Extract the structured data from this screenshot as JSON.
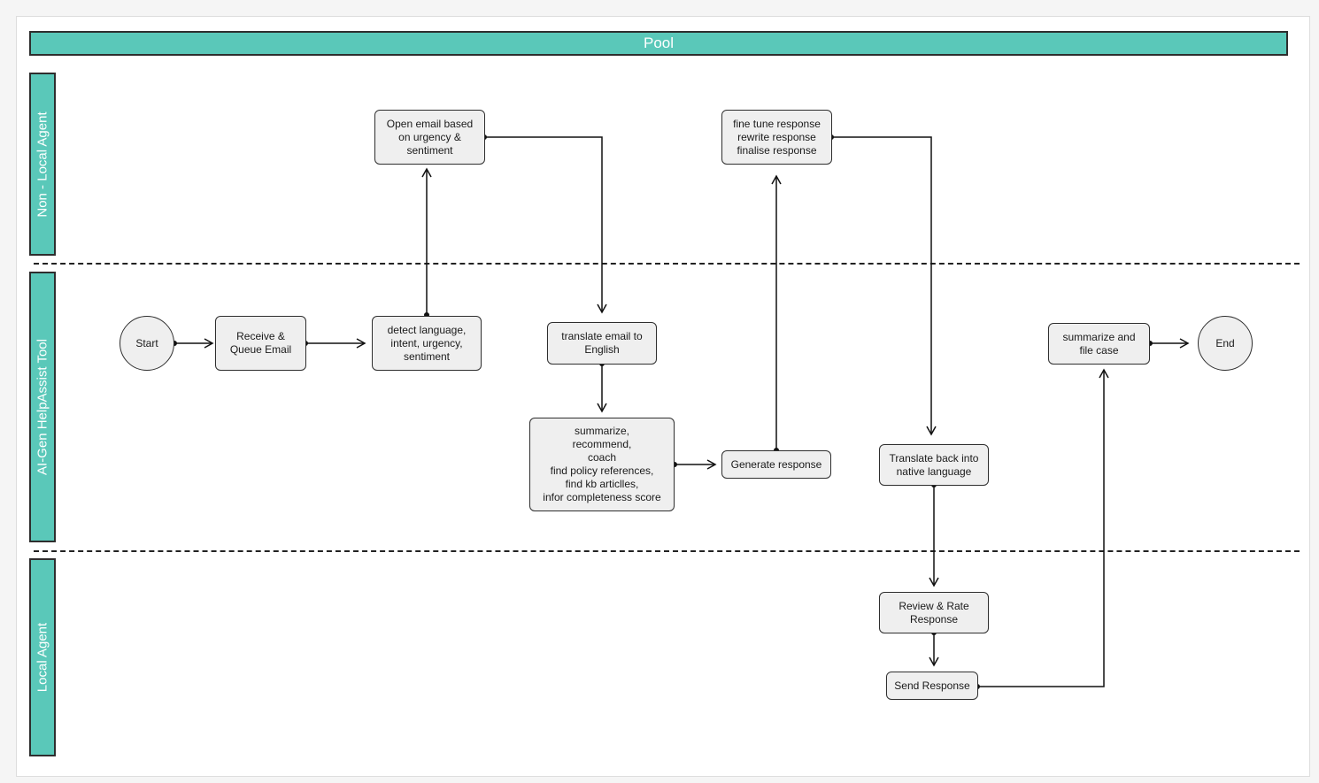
{
  "pool": {
    "title": "Pool"
  },
  "lanes": [
    {
      "label": "Non - Local Agent"
    },
    {
      "label": "AI-Gen HelpAssist Tool"
    },
    {
      "label": "Local Agent"
    }
  ],
  "nodes": {
    "start": "Start",
    "receive": "Receive &\nQueue Email",
    "detect": "detect language,\nintent, urgency,\nsentiment",
    "open": "Open email based\non urgency &\nsentiment",
    "translate_en": "translate email to\nEnglish",
    "summarize": "summarize,\nrecommend,\ncoach\nfind policy references,\nfind kb articlles,\ninfor completeness score",
    "generate": "Generate response",
    "fine_tune": "fine tune response\nrewrite response\nfinalise response",
    "translate_back": "Translate back into\nnative language",
    "review": "Review & Rate\nResponse",
    "send": "Send Response",
    "summarize_file": "summarize and\nfile case",
    "end": "End"
  }
}
